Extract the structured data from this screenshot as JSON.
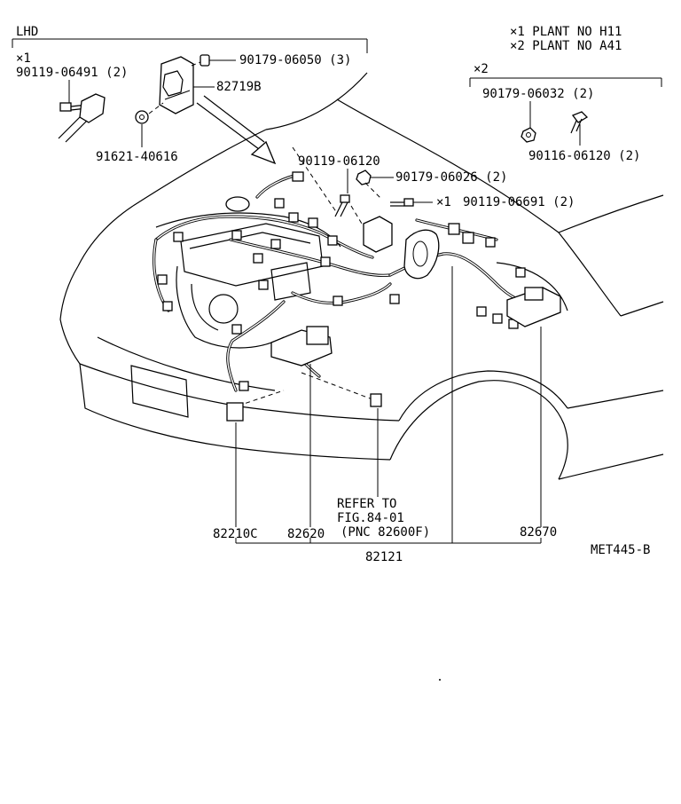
{
  "figure_code": "MET445-B",
  "notes": {
    "n1": "×1 PLANT NO H11",
    "n2": "×2 PLANT NO A41"
  },
  "lhd_box": {
    "title": "LHD",
    "marker": "×1",
    "labels": {
      "p90119_06491": "90119-06491 (2)",
      "p90179_06050": "90179-06050 (3)",
      "p82719b": "82719B",
      "p91621_40616": "91621-40616"
    }
  },
  "box2": {
    "marker": "×2",
    "labels": {
      "p90179_06032": "90179-06032 (2)",
      "p90116_06120": "90116-06120 (2)"
    }
  },
  "parts": {
    "p90119_06120": "90119-06120",
    "p90179_06026": "90179-06026 (2)",
    "p90119_06691_marker": "×1",
    "p90119_06691": "90119-06691 (2)"
  },
  "refer": {
    "line1": "REFER TO",
    "line2": "FIG.84-01",
    "line3": "(PNC 82600F)"
  },
  "bottom_labels": {
    "p82210c": "82210C",
    "p82620": "82620",
    "p82670": "82670",
    "p82121": "82121"
  }
}
